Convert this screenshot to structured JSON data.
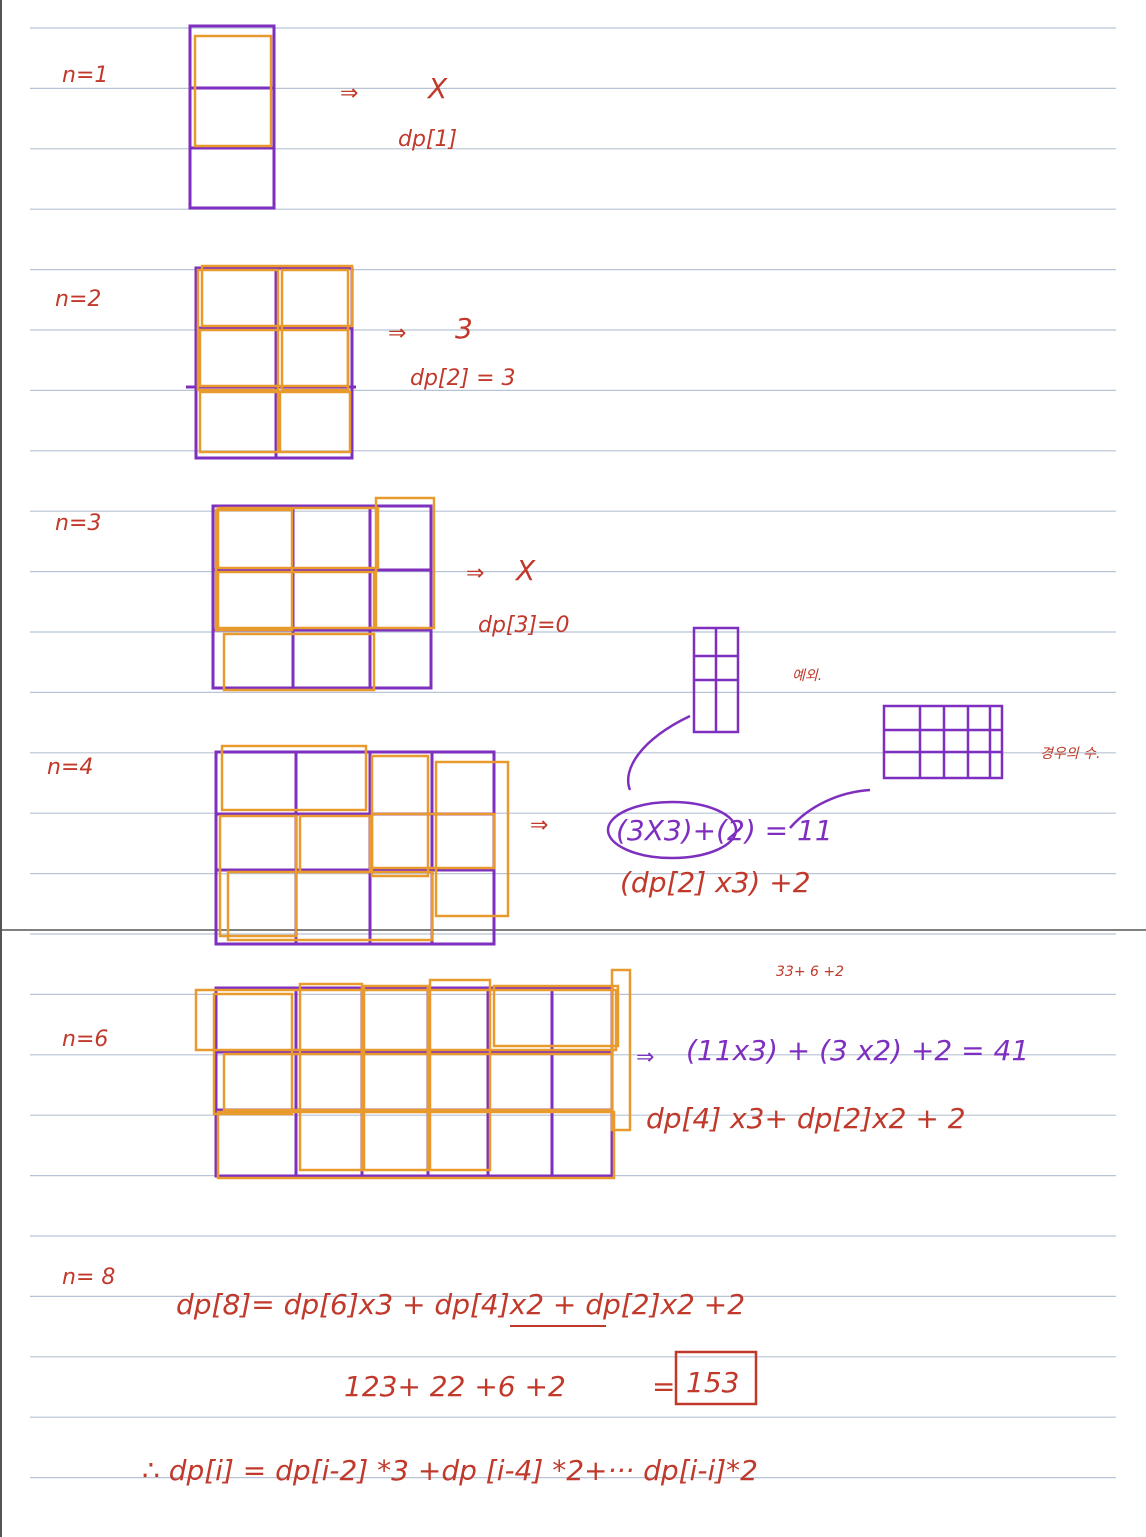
{
  "colors": {
    "rule_line": "#b8c4d6",
    "grid_ink": "#7e2fbf",
    "tile_ink": "#e99a2c",
    "note_ink": "#c0392b",
    "margin_line": "#555555"
  },
  "sections": {
    "n1": {
      "label": "n=1",
      "arrow": "⇒",
      "result": "X",
      "note": "dp[1]"
    },
    "n2": {
      "label": "n=2",
      "arrow": "⇒",
      "result": "3",
      "note": "dp[2] = 3"
    },
    "n3": {
      "label": "n=3",
      "arrow": "⇒",
      "result": "X",
      "note": "dp[3]=0"
    },
    "n4": {
      "label": "n=4",
      "arrow": "⇒",
      "formula": "(3X3)+(2) = 11",
      "formula_dp": "(dp[2] x3) +2",
      "aside_1": "예외.",
      "aside_2": "경우의 수."
    },
    "n6": {
      "label": "n=6",
      "scratch": "33+ 6 +2",
      "arrow": "⇒",
      "formula": "(11x3) + (3 x2) +2 = 41",
      "formula_dp": "dp[4] x3+ dp[2]x2 + 2"
    },
    "n8": {
      "label": "n= 8",
      "formula": "dp[8]= dp[6]x3 + dp[4]x2 + dp[2]x2 +2",
      "calc": "123+ 22 +6 +2",
      "equals": "=",
      "result": "153"
    }
  },
  "general": "∴ dp[i] = dp[i-2] *3 +dp [i-4] *2+··· dp[i-i]*2"
}
